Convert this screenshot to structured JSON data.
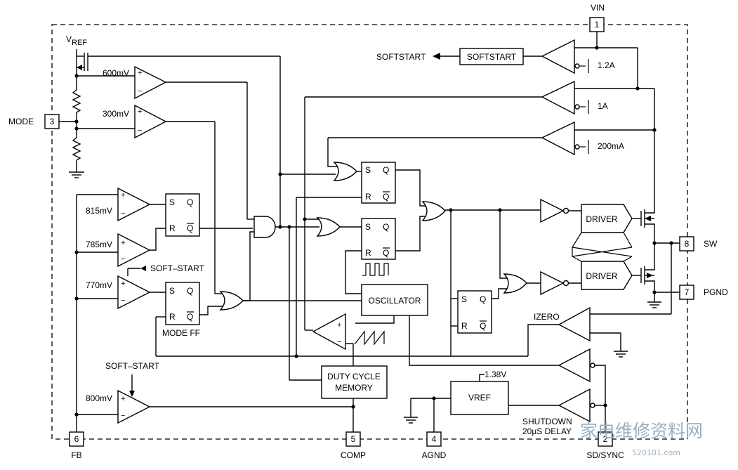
{
  "pins": {
    "vin": {
      "number": "1",
      "name": "VIN"
    },
    "sd_sync": {
      "number": "2",
      "name": "SD/SYNC"
    },
    "mode": {
      "number": "3",
      "name": "MODE"
    },
    "agnd": {
      "number": "4",
      "name": "AGND"
    },
    "comp": {
      "number": "5",
      "name": "COMP"
    },
    "fb": {
      "number": "6",
      "name": "FB"
    },
    "pgnd": {
      "number": "7",
      "name": "PGND"
    },
    "sw": {
      "number": "8",
      "name": "SW"
    }
  },
  "blocks": {
    "softstart": "SOFTSTART",
    "oscillator": "OSCILLATOR",
    "duty_cycle_memory": [
      "DUTY CYCLE",
      "MEMORY"
    ],
    "vref": "VREF",
    "driver_top": "DRIVER",
    "driver_bottom": "DRIVER"
  },
  "labels": {
    "softstart_out": "SOFTSTART",
    "vref_prefix": "V",
    "vref_sub": "REF",
    "v600": "600mV",
    "v300": "300mV",
    "v815": "815mV",
    "v785": "785mV",
    "v770": "770mV",
    "v800": "800mV",
    "i12": "1.2A",
    "i1": "1A",
    "i200": "200mA",
    "soft_start_a": "SOFT–START",
    "soft_start_b": "SOFT–START",
    "mode_ff": "MODE FF",
    "izero": "IZERO",
    "v138": "1.38V",
    "shutdown": "SHUTDOWN",
    "delay": "20µS DELAY"
  },
  "latch_pins": {
    "s": "S",
    "r": "R",
    "q": "Q",
    "qbar": "Q"
  },
  "watermark": {
    "cn": "家电维修资料网",
    "url": "520101.com"
  }
}
